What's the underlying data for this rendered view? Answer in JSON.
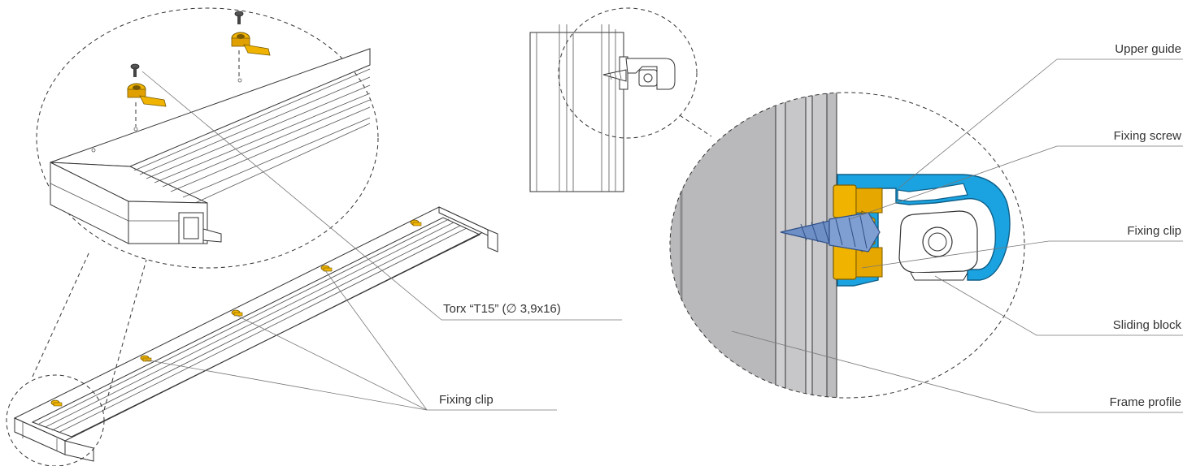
{
  "labels": {
    "upper_guide": "Upper guide",
    "fixing_screw": "Fixing screw",
    "fixing_clip_right": "Fixing clip",
    "sliding_block": "Sliding block",
    "frame_profile": "Frame profile",
    "torx": "Torx “T15” (∅ 3,9x16)",
    "fixing_clip_left": "Fixing clip"
  },
  "colors": {
    "guide_blue": "#1aa3e0",
    "clip_gold": "#f0b400",
    "frame_gray": "#b9b9bb",
    "screw_blue": "#6d8fc6",
    "text": "#333333"
  }
}
